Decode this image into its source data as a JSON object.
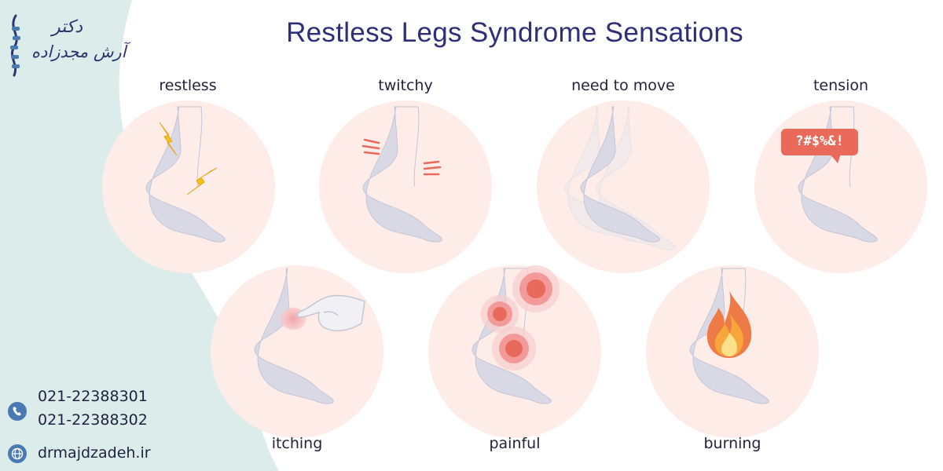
{
  "title": "Restless Legs Syndrome Sensations",
  "logo": {
    "line1": "دکتر",
    "line2": "آرش مجدزاده",
    "icon": "spine-icon"
  },
  "sensations": [
    {
      "label": "restless",
      "icon": "lightning-icon"
    },
    {
      "label": "twitchy",
      "icon": "twitch-lines-icon"
    },
    {
      "label": "need to move",
      "icon": "motion-ghost-icon"
    },
    {
      "label": "tension",
      "icon": "speech-bubble-icon",
      "bubble_text": "?#$%&!"
    },
    {
      "label": "itching",
      "icon": "scratching-hand-icon"
    },
    {
      "label": "painful",
      "icon": "pain-spot-icon"
    },
    {
      "label": "burning",
      "icon": "flame-icon"
    }
  ],
  "contact": {
    "phone1": "021-22388301",
    "phone2": "021-22388302",
    "website": "drmajdzadeh.ir",
    "phone_icon": "phone-icon",
    "web_icon": "globe-icon"
  },
  "colors": {
    "title": "#2e2f78",
    "panel": "#dcecea",
    "circle": "#fdece8",
    "foot": "#d9d9e6",
    "accent_red": "#e96a5b",
    "bolt": "#f2c21b",
    "contact_icon": "#4a7ab3"
  }
}
